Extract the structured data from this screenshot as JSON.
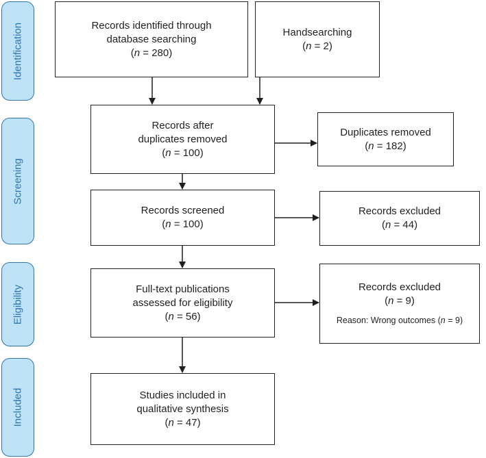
{
  "phases": {
    "identification": "Identification",
    "screening": "Screening",
    "eligibility": "Eligibility",
    "included": "Included"
  },
  "boxes": {
    "database_search": {
      "lines": [
        "Records identified through",
        "database searching"
      ],
      "n_label": "n",
      "n_value": " = 280"
    },
    "handsearching": {
      "lines": [
        "Handsearching"
      ],
      "n_label": "n",
      "n_value": " = 2"
    },
    "after_duplicates": {
      "lines": [
        "Records after",
        "duplicates removed"
      ],
      "n_label": "n",
      "n_value": " = 100"
    },
    "duplicates_removed": {
      "lines": [
        "Duplicates removed"
      ],
      "n_label": "n",
      "n_value": " = 182"
    },
    "screened": {
      "lines": [
        "Records screened"
      ],
      "n_label": "n",
      "n_value": " = 100"
    },
    "excluded_screening": {
      "lines": [
        "Records excluded"
      ],
      "n_label": "n",
      "n_value": " = 44"
    },
    "full_text": {
      "lines": [
        "Full-text publications",
        "assessed for eligibility"
      ],
      "n_label": "n",
      "n_value": " = 56"
    },
    "excluded_eligibility": {
      "lines": [
        "Records excluded"
      ],
      "n_label": "n",
      "n_value": " = 9",
      "reason_prefix": "Reason: Wrong outcomes (",
      "reason_n_label": "n",
      "reason_n_value": " = 9)"
    },
    "included": {
      "lines": [
        "Studies included in",
        "qualitative synthesis"
      ],
      "n_label": "n",
      "n_value": " = 47"
    }
  }
}
